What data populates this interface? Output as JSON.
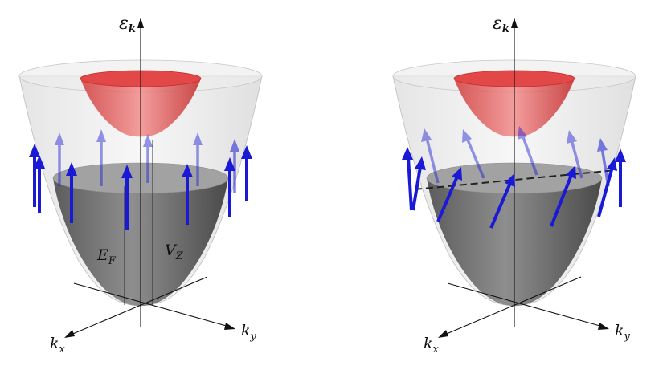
{
  "figure": {
    "panels": [
      {
        "id": "left",
        "energy_axis_label": "ε",
        "energy_axis_sub": "k",
        "kx_label": "k",
        "kx_sub": "x",
        "ky_label": "k",
        "ky_sub": "y",
        "fermi_label": "E",
        "fermi_sub": "F",
        "zeeman_label": "V",
        "zeeman_sub": "Z"
      },
      {
        "id": "right",
        "energy_axis_label": "ε",
        "energy_axis_sub": "k",
        "kx_label": "k",
        "kx_sub": "x",
        "ky_label": "k",
        "ky_sub": "y"
      }
    ],
    "colors": {
      "spin_arrow": "#1a1ad6",
      "fermi_sea": "#6e6e6e",
      "upper_band": "#d62828",
      "outer_band": "#d9d9d9"
    }
  }
}
